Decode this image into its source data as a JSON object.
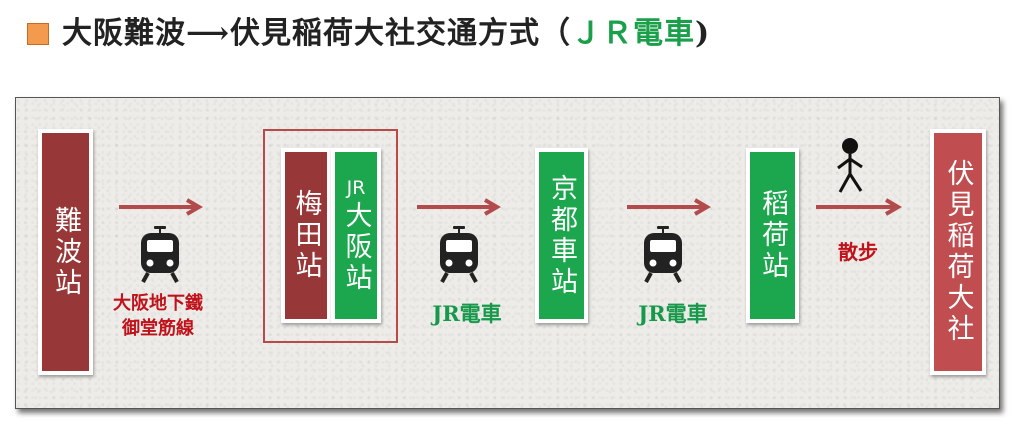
{
  "title": {
    "main": "大阪難波⟶伏見稲荷大社交通方式（",
    "highlight": "ＪＲ電車",
    "close": ")"
  },
  "stations": {
    "namba": "難波站",
    "umeda": "梅田站",
    "jr_osaka_prefix": "JR",
    "jr_osaka": "大阪站",
    "kyoto": "京都車站",
    "inari": "稻荷站",
    "fushimi_inari": "伏見稲荷大社"
  },
  "labels": {
    "subway_line1": "大阪地下鐵",
    "subway_line2": "御堂筋線",
    "jr_train_1": "JR電車",
    "jr_train_2": "JR電車",
    "walk": "散步"
  },
  "icons": {
    "train": "train-front-icon",
    "walker": "walking-person-icon",
    "arrow": "right-arrow-icon"
  },
  "colors": {
    "dark_red": "#973737",
    "green": "#1ca64d",
    "rose": "#c04d4f",
    "arrow": "#b24b4b",
    "title_bullet": "#f49a4f"
  }
}
